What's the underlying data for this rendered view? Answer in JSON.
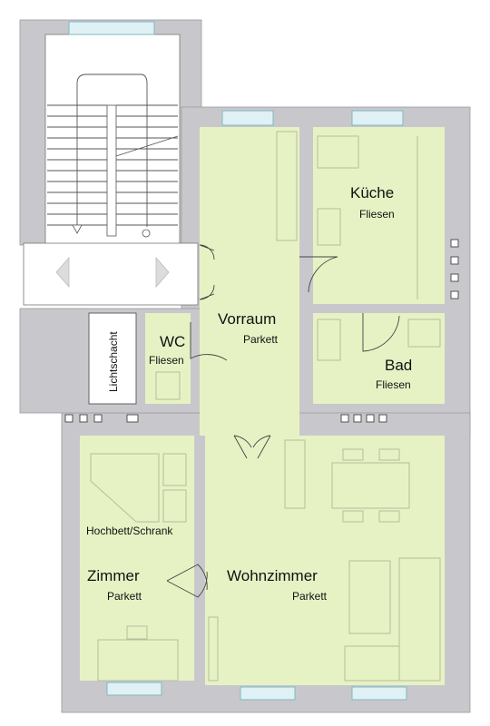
{
  "rooms": {
    "kueche": {
      "name": "Küche",
      "floor": "Fliesen"
    },
    "vorraum": {
      "name": "Vorraum",
      "floor": "Parkett"
    },
    "wc": {
      "name": "WC",
      "floor": "Fliesen"
    },
    "bad": {
      "name": "Bad",
      "floor": "Fliesen"
    },
    "zimmer": {
      "name": "Zimmer",
      "floor": "Parkett"
    },
    "wohnzimmer": {
      "name": "Wohnzimmer",
      "floor": "Parkett"
    }
  },
  "labels": {
    "lichtschacht": "Lichtschacht",
    "hochbett": "Hochbett/Schrank"
  },
  "colors": {
    "room_fill": "#e6f2c4",
    "wall_fill": "#c8c8cc",
    "window_fill": "#dff1f4"
  }
}
